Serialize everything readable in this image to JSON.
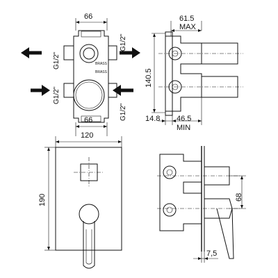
{
  "dimensions": {
    "top_left_width": "66",
    "top_left_width_bottom": "66",
    "thread_top_right": "G1/2\"",
    "thread_top_left": "G1/2\"",
    "thread_bottom_left": "G1/2\"",
    "thread_bottom_right": "G1/2\"",
    "max_depth": "61.5",
    "max_label": "MAX",
    "height_body": "140.5",
    "offset_front": "14.8",
    "min_depth": "46.5",
    "min_label": "MIN",
    "plate_width": "120",
    "plate_height": "190",
    "side_height": "68",
    "side_depth": "7,5"
  },
  "labels": {
    "valve_mark": "BRASS",
    "valve_mark_2": "BRASS"
  },
  "colors": {
    "line": "#111111",
    "background": "#ffffff"
  }
}
